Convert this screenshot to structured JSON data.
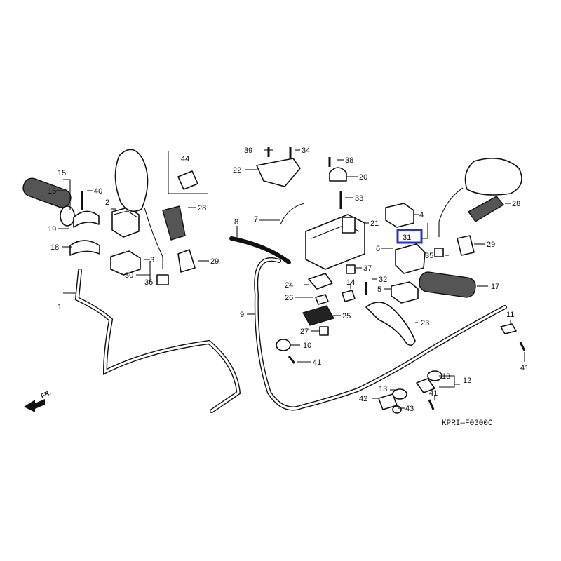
{
  "diagram": {
    "code": "KPRI—F0300C",
    "direction_label": "FR.",
    "highlighted_callout": "31",
    "callouts": [
      "1",
      "2",
      "3",
      "4",
      "5",
      "6",
      "7",
      "8",
      "9",
      "10",
      "11",
      "12",
      "13",
      "13",
      "14",
      "15",
      "16",
      "17",
      "18",
      "19",
      "20",
      "21",
      "22",
      "23",
      "24",
      "25",
      "26",
      "27",
      "28",
      "28",
      "29",
      "29",
      "30",
      "31",
      "32",
      "33",
      "34",
      "35",
      "36",
      "37",
      "38",
      "39",
      "40",
      "41",
      "41",
      "41",
      "42",
      "43",
      "44"
    ],
    "colors": {
      "line": "#111111",
      "highlight": "#2a2fd6",
      "background": "#ffffff"
    }
  }
}
